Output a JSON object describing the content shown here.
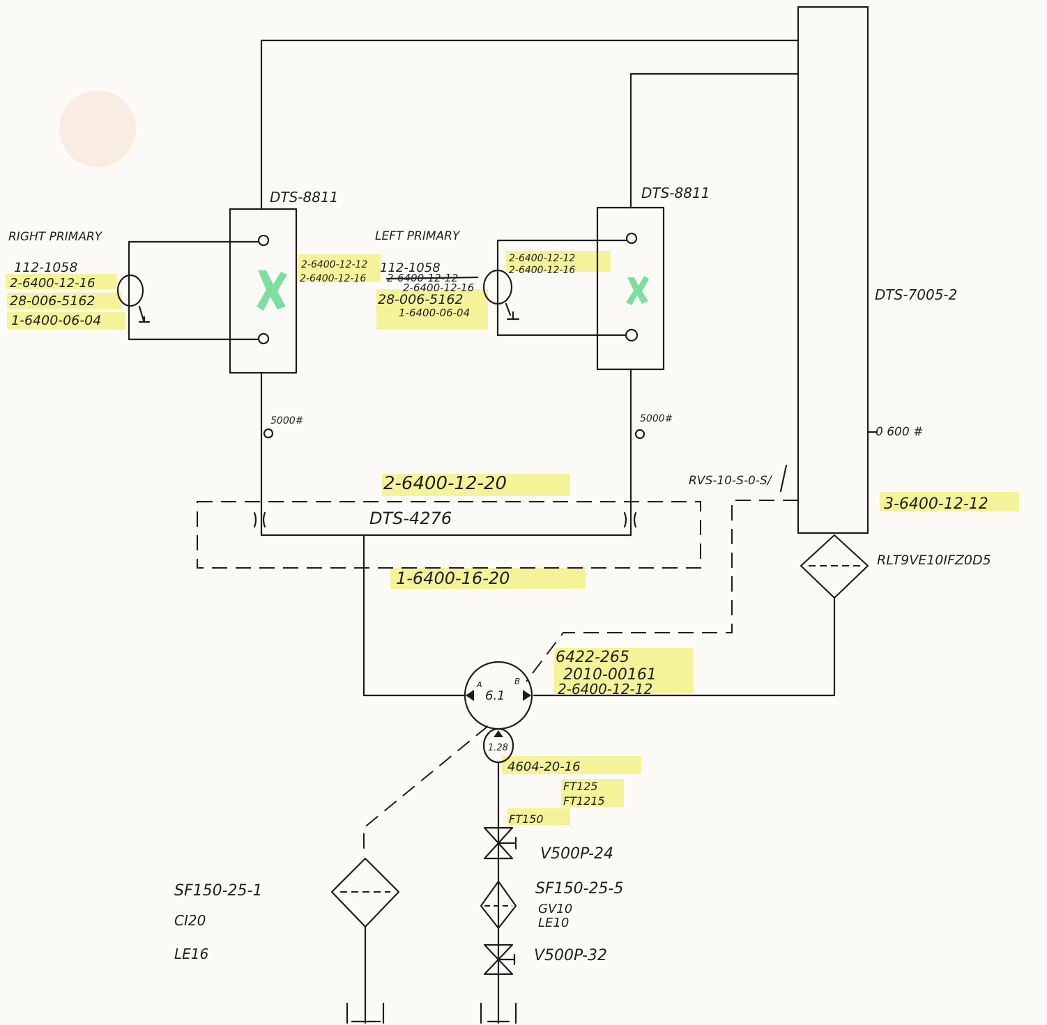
{
  "components": {
    "right_valve_block": {
      "label": "DTS-8811"
    },
    "left_valve_block": {
      "label": "DTS-8811"
    },
    "accumulator": {
      "label": "DTS-7005-2",
      "gauge": "0 600 #"
    },
    "manifold": {
      "label": "DTS-4276"
    },
    "pump": {
      "label": "6.1",
      "port_a": "A",
      "port_b": "B"
    },
    "motor": {
      "label": "1.28"
    },
    "relief_valve": {
      "label": "RVS-10-S-0-S/"
    },
    "return_filter": {
      "label": "RLT9VE10IFZ0D5"
    }
  },
  "labels": {
    "right_primary": "RIGHT PRIMARY",
    "left_primary": "LEFT PRIMARY",
    "right_gauge": "5000#",
    "left_gauge": "5000#",
    "center_hose": "2-6400-12-20",
    "lower_hose": "1-6400-16-20",
    "right_hose": "3-6400-12-12",
    "pump_part": "6422-265",
    "pump_part_2": "2010-00161",
    "pump_hose": "2-6400-12-12",
    "suction_hose": "4604-20-16",
    "suction_ft_1": "FT125",
    "suction_ft_2": "FT1215",
    "suction_ft_3": "FT150",
    "valve_upper": "V500P-24",
    "strainer_right": "SF150-25-5",
    "strainer_right_gv": "GV10",
    "strainer_right_le": "LE10",
    "valve_lower": "V500P-32",
    "strainer_left": "SF150-25-1",
    "strainer_left_ci": "CI20",
    "strainer_left_le": "LE16"
  },
  "part_lists": {
    "right_primary": [
      "112-1058",
      "2-6400-12-16",
      "28-006-5162",
      "1-6400-06-04"
    ],
    "right_block_side": [
      "2-6400-12-12",
      "2-6400-12-16"
    ],
    "left_primary": [
      "112-1058",
      "2-6400-12-16",
      "28-006-5162",
      "1-6400-06-04"
    ],
    "left_primary_struck": "2-6400-12-12",
    "left_block_side": [
      "2-6400-12-12",
      "2-6400-12-16"
    ]
  },
  "colors": {
    "highlight": "#f3f07a",
    "check_mark": "#66d98f",
    "ink": "#1d1d1d",
    "paper": "#fbfaf6"
  }
}
